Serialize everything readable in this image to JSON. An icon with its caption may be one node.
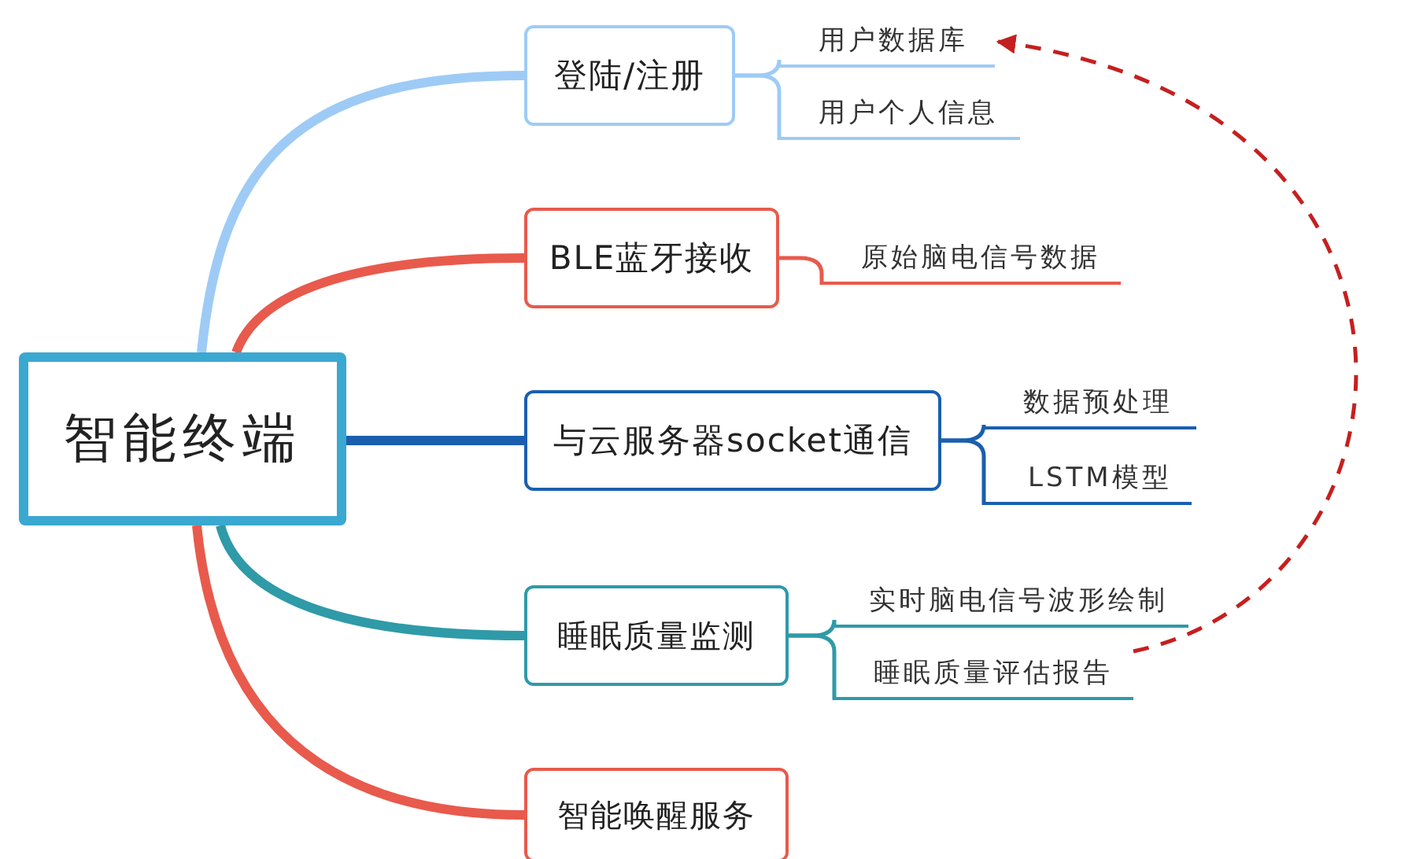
{
  "diagram": {
    "nodes": [
      {
        "text": [
          "智能终端"
        ]
      },
      {
        "text": [
          "登陆/注册"
        ]
      },
      {
        "text": [
          "BLE蓝牙接收"
        ]
      },
      {
        "text": [
          "与云服务器socket通信"
        ]
      },
      {
        "text": [
          "睡眠质量监测"
        ]
      },
      {
        "text": [
          "智能唤醒服务"
        ]
      },
      {
        "text": [
          "用户数据库"
        ]
      },
      {
        "text": [
          "用户个人信息"
        ]
      },
      {
        "text": [
          "原始脑电信号数据"
        ]
      },
      {
        "text": [
          "数据预处理"
        ]
      },
      {
        "text": [
          "LSTM模型"
        ]
      },
      {
        "text": [
          "实时脑电信号波形绘制"
        ]
      },
      {
        "text": [
          "睡眠质量评估报告"
        ]
      }
    ],
    "edges": [
      {
        "from": 0,
        "to": 1,
        "arrow": "none",
        "style": "thick",
        "color": "#9ecbf5"
      },
      {
        "from": 0,
        "to": 2,
        "arrow": "none",
        "style": "thick",
        "color": "#e85a4c"
      },
      {
        "from": 0,
        "to": 3,
        "arrow": "none",
        "style": "thick",
        "color": "#1a5fae"
      },
      {
        "from": 0,
        "to": 4,
        "arrow": "none",
        "style": "thick",
        "color": "#2f9aa8"
      },
      {
        "from": 0,
        "to": 5,
        "arrow": "none",
        "style": "thick",
        "color": "#e85a4c"
      },
      {
        "from": 1,
        "to": 6,
        "arrow": "none",
        "color": "#9ecbf5"
      },
      {
        "from": 1,
        "to": 7,
        "arrow": "none",
        "color": "#9ecbf5"
      },
      {
        "from": 2,
        "to": 8,
        "arrow": "none",
        "color": "#e85a4c"
      },
      {
        "from": 3,
        "to": 9,
        "arrow": "none",
        "color": "#1a5fae"
      },
      {
        "from": 3,
        "to": 10,
        "arrow": "none",
        "color": "#1a5fae"
      },
      {
        "from": 4,
        "to": 11,
        "arrow": "none",
        "color": "#2f9aa8"
      },
      {
        "from": 4,
        "to": 12,
        "arrow": "none",
        "color": "#2f9aa8"
      },
      {
        "from": 12,
        "to": 6,
        "arrow": "to",
        "style": "dashed",
        "color": "#c4201f"
      }
    ]
  }
}
